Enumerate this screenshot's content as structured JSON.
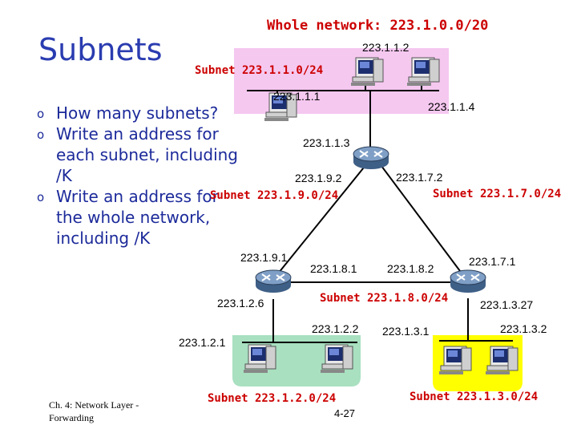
{
  "title": "Subnets",
  "network_title": "Whole network: 223.1.0.0/20",
  "bullets": [
    "How many subnets?",
    "Write an address for each subnet, including /K",
    "Write an address for the whole network, including /K"
  ],
  "bullet_marker": "o",
  "subnets": {
    "s1": "Subnet 223.1.1.0/24",
    "s9": "Subnet 223.1.9.0/24",
    "s7": "Subnet 223.1.7.0/24",
    "s8": "Subnet 223.1.8.0/24",
    "s2": "Subnet 223.1.2.0/24",
    "s3": "Subnet 223.1.3.0/24"
  },
  "addresses": {
    "a1_2": "223.1.1.2",
    "a1_1": "223.1.1.1",
    "a1_4": "223.1.1.4",
    "a1_3": "223.1.1.3",
    "a9_2": "223.1.9.2",
    "a7_2": "223.1.7.2",
    "a9_1": "223.1.9.1",
    "a8_1": "223.1.8.1",
    "a8_2": "223.1.8.2",
    "a7_1": "223.1.7.1",
    "a2_6": "223.1.2.6",
    "a3_27": "223.1.3.27",
    "a2_2": "223.1.2.2",
    "a3_1": "223.1.3.1",
    "a3_2": "223.1.3.2",
    "a2_1": "223.1.2.1"
  },
  "footer": {
    "line1": "Ch. 4: Network Layer -",
    "line2": "Forwarding",
    "page": "4-27"
  },
  "colors": {
    "subnet1_fill": "#f5c8f0",
    "subnet2_fill": "#a8e0c0",
    "subnet3_fill": "#ffff00",
    "link": "#000000",
    "router_fill": "#5a7fa8",
    "label_red": "#cc0000",
    "text_blue": "#1c2a9a"
  },
  "icons": [
    "router-icon",
    "computer-icon"
  ]
}
